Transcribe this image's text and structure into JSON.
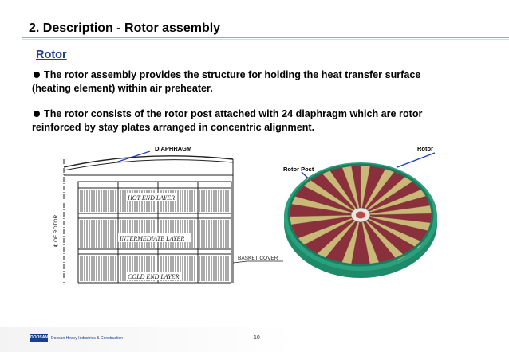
{
  "title": "2. Description - Rotor assembly",
  "section": "Rotor",
  "paragraphs": [
    {
      "line1": "The rotor assembly provides the structure for holding the heat transfer surface",
      "line2": "(heating element) within air preheater."
    },
    {
      "line1": "The rotor consists of the rotor post attached with 24 diaphragm which are rotor",
      "line2": "reinforced by stay plates arranged in concentric alignment."
    }
  ],
  "figure": {
    "labels": {
      "diaphragm": "DIAPHRAGM",
      "rotor": "Rotor",
      "rotor_post": "Rotor Post"
    },
    "drawing": {
      "hot_end": "HOT END LAYER",
      "intermediate": "INTERMEDIATE LAYER",
      "cold_end": "COLD END LAYER",
      "basket_cover": "BASKET COVER",
      "axis": "℄ OF ROTOR"
    },
    "colors": {
      "arrow": "#1f3fbf",
      "rim": "#1d8c6e",
      "diaphragm": "#c9b877",
      "sector": "#8a2f3c"
    }
  },
  "footer": {
    "logo": "DOOSAN",
    "company": "Doosan Heavy Industries & Construction",
    "page": "10"
  }
}
